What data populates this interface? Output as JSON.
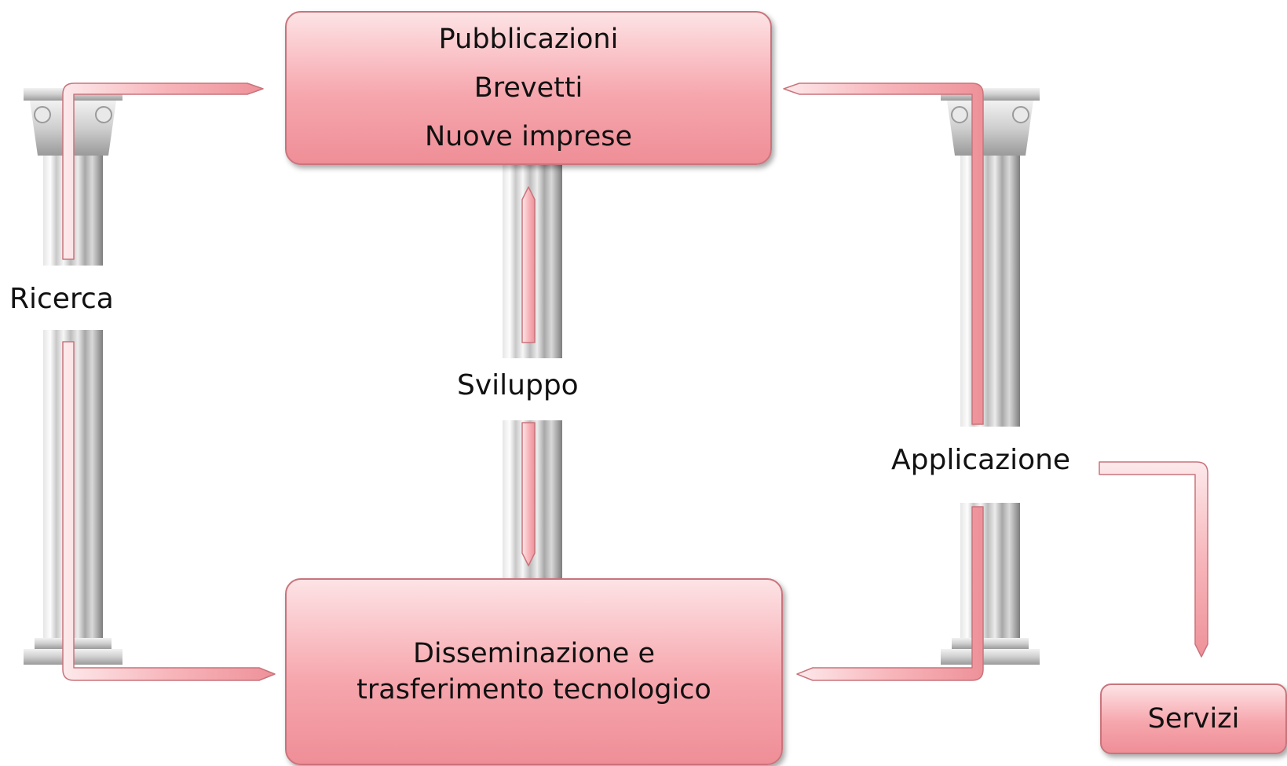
{
  "top_box": {
    "lines": [
      "Pubblicazioni",
      "Brevetti",
      "Nuove imprese"
    ]
  },
  "bottom_box": {
    "lines": [
      "Disseminazione e",
      "trasferimento tecnologico"
    ]
  },
  "services_box": {
    "label": "Servizi"
  },
  "pillar_labels": {
    "left": "Ricerca",
    "center": "Sviluppo",
    "right": "Applicazione"
  },
  "colors": {
    "box_fill_top": "#fde3e5",
    "box_fill_bottom": "#ef8e97",
    "box_border": "#c9747c",
    "pillar_light": "#f4f4f4",
    "pillar_dark": "#7d7d7d"
  }
}
